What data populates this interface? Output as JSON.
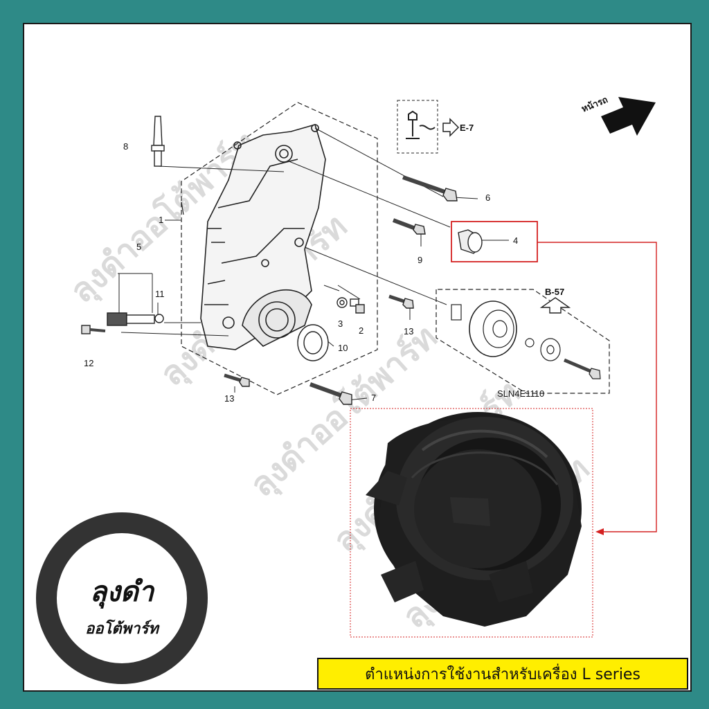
{
  "direction_label": "หน้ารถ",
  "refs": {
    "e7": "E-7",
    "b57": "B-57"
  },
  "diagram_code": "SLN4E1110",
  "callouts": {
    "c1": "1",
    "c2": "2",
    "c3": "3",
    "c4": "4",
    "c5": "5",
    "c6": "6",
    "c7": "7",
    "c8": "8",
    "c9": "9",
    "c10": "10",
    "c11": "11",
    "c12": "12",
    "c13a": "13",
    "c13b": "13"
  },
  "watermark": "ลุงดำออโต้พาร์ท",
  "logo": {
    "name": "ลุงดำ",
    "subtitle": "ออโต้พาร์ท"
  },
  "caption": "ตำแหน่งการใช้งานสำหรับเครื่อง L series",
  "colors": {
    "frame": "#2e8a87",
    "highlight": "#d42020",
    "caption_bg": "#ffee00",
    "part": "#1c1c1c"
  },
  "icons": {
    "direction": "arrow-icon"
  }
}
